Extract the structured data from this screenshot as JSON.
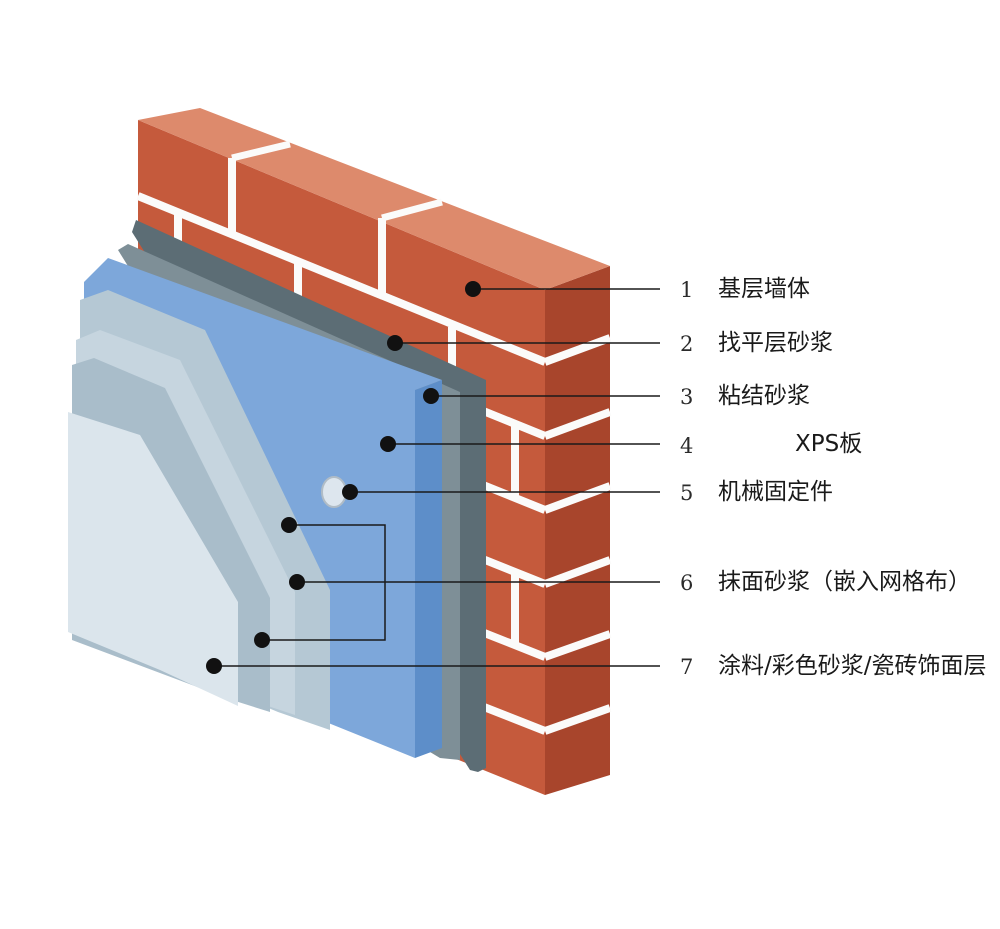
{
  "colors": {
    "brick_front": "#c55a3c",
    "brick_top": "#dd8a6c",
    "brick_side": "#a8452c",
    "mortar": "#fbfbfa",
    "leveling_mortar": "#5c6d75",
    "bonding_mortar": "#7e8f97",
    "xps_board": "#7da7da",
    "xps_board_edge": "#5d8ec9",
    "plaster_mortar": "#b5c8d4",
    "finish_layer": "#dbe5ec",
    "leader_line": "#1a1a1a"
  },
  "labels": [
    {
      "num": "1",
      "text": "基层墙体"
    },
    {
      "num": "2",
      "text": "找平层砂浆"
    },
    {
      "num": "3",
      "text": "粘结砂浆"
    },
    {
      "num": "4",
      "text": "XPS板"
    },
    {
      "num": "5",
      "text": "机械固定件"
    },
    {
      "num": "6",
      "text": "抹面砂浆（嵌入网格布）"
    },
    {
      "num": "7",
      "text": "涂料/彩色砂浆/瓷砖饰面层"
    }
  ]
}
